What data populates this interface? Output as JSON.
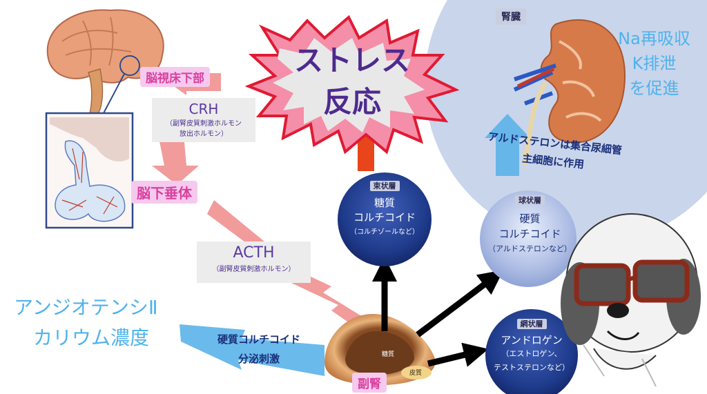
{
  "stress": {
    "line1": "ストレス",
    "line2": "反応"
  },
  "hypothalamus": {
    "label": "脳視床下部"
  },
  "crh": {
    "title": "CRH",
    "sub1": "（副腎皮質刺激ホルモン",
    "sub2": "放出ホルモン）"
  },
  "pituitary": {
    "label": "脳下垂体"
  },
  "acth": {
    "title": "ACTH",
    "sub": "（副腎皮質刺激ホルモン）"
  },
  "trigger": {
    "line1": "アンジオテンシⅡ",
    "line2": "カリウム濃度"
  },
  "mineral_stim": {
    "line1": "硬質コルチコイド",
    "line2": "分泌刺激"
  },
  "adrenal": {
    "label": "副腎",
    "inner_label": "糖質",
    "outer_label": "皮質"
  },
  "zones": {
    "fasciculata": {
      "tag": "束状層",
      "line1": "糖質",
      "line2": "コルチコイド",
      "line3": "（コルチゾールなど）"
    },
    "glomerulosa": {
      "tag": "球状層",
      "line1": "硬質",
      "line2": "コルチコイド",
      "line3": "（アルドステロンなど）"
    },
    "reticularis": {
      "tag": "網状層",
      "line1": "アンドロゲン",
      "line2": "（エストロゲン、",
      "line3": "テストステロンなど）"
    }
  },
  "kidney": {
    "label": "腎臓",
    "effect1": "Na再吸収",
    "effect2": "K排泄",
    "effect3": "を促進"
  },
  "aldosterone_note": {
    "line1": "アルドステロンは集合尿細管",
    "line2": "主細胞に作用"
  },
  "colors": {
    "pink_arrow": "#f08a8a",
    "blue_arrow": "#5bb3ea",
    "red_arrow": "#e8461a",
    "kidney_bg": "#c6d3ea",
    "circle_dark": "#1e3a8a",
    "circle_light": "#aebde4",
    "label_pink": "#d9409e",
    "text_blue": "#4fb2ec"
  }
}
